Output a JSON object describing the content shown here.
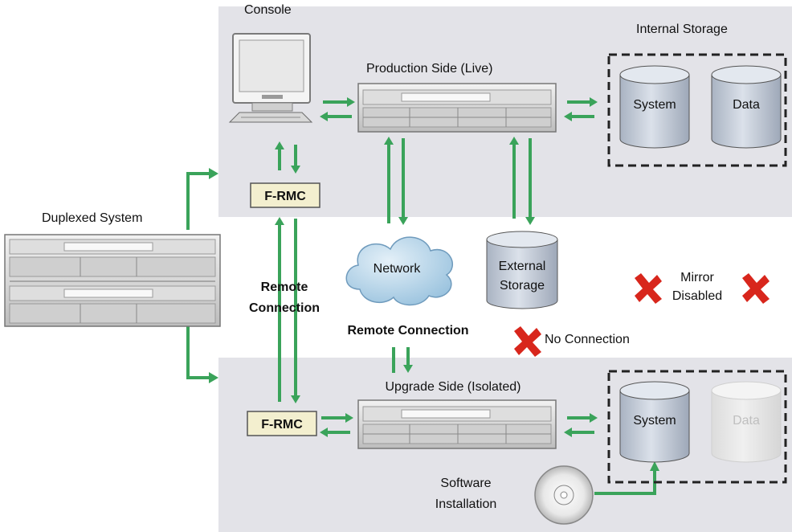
{
  "labels": {
    "console": "Console",
    "internal_storage": "Internal Storage",
    "production_side": "Production Side (Live)",
    "system": "System",
    "data": "Data",
    "duplexed_system": "Duplexed System",
    "frmc": "F-RMC",
    "remote_connection_line1": "Remote",
    "remote_connection_line2": "Connection",
    "remote_connection": "Remote Connection",
    "network": "Network",
    "external_storage_line1": "External",
    "external_storage_line2": "Storage",
    "mirror_line1": "Mirror",
    "mirror_line2": "Disabled",
    "no_connection": "No Connection",
    "upgrade_side": "Upgrade Side (Isolated)",
    "software_line1": "Software",
    "software_line2": "Installation"
  },
  "colors": {
    "panel": "#e3e3e8",
    "arrow": "#3aa35a",
    "cross": "#d8261c",
    "frmc_fill": "#f3efcf",
    "cylinder": "#c9d1dd",
    "cloud": "#b9d6ea"
  },
  "icons": [
    "monitor-icon",
    "server-icon",
    "cylinder-icon",
    "cloud-icon",
    "cd-icon",
    "cross-icon"
  ]
}
